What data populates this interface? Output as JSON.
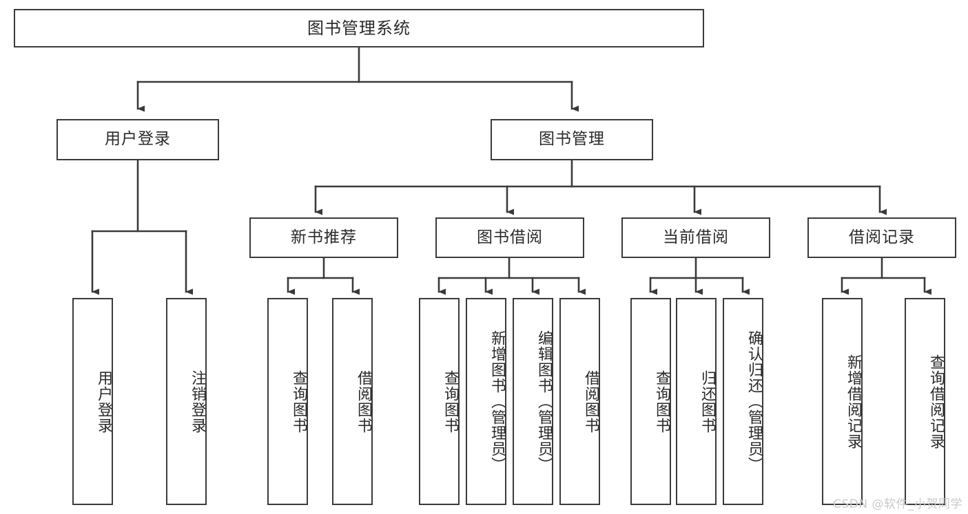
{
  "title": "图书管理系统",
  "watermark": "CSDN @软件_小贺同学",
  "colors": {
    "stroke": "#3a3a3a",
    "box_fill": "#ffffff",
    "text": "#2a2a2a",
    "background": "#ffffff",
    "watermark": "#c9c9c9"
  },
  "chart_data": {
    "type": "diagram",
    "diagram_kind": "tree",
    "orientation": "top-down",
    "title": "图书管理系统",
    "levels": 4,
    "nodes": [
      {
        "id": "root",
        "label": "图书管理系统",
        "level": 0,
        "parent": null,
        "orientation": "horizontal"
      },
      {
        "id": "user-login",
        "label": "用户登录",
        "level": 1,
        "parent": "root",
        "orientation": "horizontal"
      },
      {
        "id": "book-manage",
        "label": "图书管理",
        "level": 1,
        "parent": "root",
        "orientation": "horizontal"
      },
      {
        "id": "new-book-rec",
        "label": "新书推荐",
        "level": 2,
        "parent": "book-manage",
        "orientation": "horizontal"
      },
      {
        "id": "book-borrow",
        "label": "图书借阅",
        "level": 2,
        "parent": "book-manage",
        "orientation": "horizontal"
      },
      {
        "id": "current-borrow",
        "label": "当前借阅",
        "level": 2,
        "parent": "book-manage",
        "orientation": "horizontal"
      },
      {
        "id": "borrow-record",
        "label": "借阅记录",
        "level": 2,
        "parent": "book-manage",
        "orientation": "horizontal"
      },
      {
        "id": "leaf-user-login",
        "label": "用户登录",
        "level": 2,
        "parent": "user-login",
        "orientation": "vertical"
      },
      {
        "id": "leaf-user-logout",
        "label": "注销登录",
        "level": 2,
        "parent": "user-login",
        "orientation": "vertical"
      },
      {
        "id": "leaf-rec-query",
        "label": "查询图书",
        "level": 3,
        "parent": "new-book-rec",
        "orientation": "vertical"
      },
      {
        "id": "leaf-rec-borrow",
        "label": "借阅图书",
        "level": 3,
        "parent": "new-book-rec",
        "orientation": "vertical"
      },
      {
        "id": "leaf-borrow-query",
        "label": "查询图书",
        "level": 3,
        "parent": "book-borrow",
        "orientation": "vertical"
      },
      {
        "id": "leaf-borrow-add",
        "label": "新增图书（管理员）",
        "level": 3,
        "parent": "book-borrow",
        "orientation": "vertical"
      },
      {
        "id": "leaf-borrow-edit",
        "label": "编辑图书（管理员）",
        "level": 3,
        "parent": "book-borrow",
        "orientation": "vertical"
      },
      {
        "id": "leaf-borrow-lend",
        "label": "借阅图书",
        "level": 3,
        "parent": "book-borrow",
        "orientation": "vertical"
      },
      {
        "id": "leaf-cur-query",
        "label": "查询图书",
        "level": 3,
        "parent": "current-borrow",
        "orientation": "vertical"
      },
      {
        "id": "leaf-cur-return",
        "label": "归还图书",
        "level": 3,
        "parent": "current-borrow",
        "orientation": "vertical"
      },
      {
        "id": "leaf-cur-confirm",
        "label": "确认归还（管理员）",
        "level": 3,
        "parent": "current-borrow",
        "orientation": "vertical"
      },
      {
        "id": "leaf-rec-add",
        "label": "新增借阅记录",
        "level": 3,
        "parent": "borrow-record",
        "orientation": "vertical"
      },
      {
        "id": "leaf-rec-search",
        "label": "查询借阅记录",
        "level": 3,
        "parent": "borrow-record",
        "orientation": "vertical"
      }
    ],
    "edges": [
      {
        "from": "root",
        "to": "user-login"
      },
      {
        "from": "root",
        "to": "book-manage"
      },
      {
        "from": "user-login",
        "to": "leaf-user-login"
      },
      {
        "from": "user-login",
        "to": "leaf-user-logout"
      },
      {
        "from": "book-manage",
        "to": "new-book-rec"
      },
      {
        "from": "book-manage",
        "to": "book-borrow"
      },
      {
        "from": "book-manage",
        "to": "current-borrow"
      },
      {
        "from": "book-manage",
        "to": "borrow-record"
      },
      {
        "from": "new-book-rec",
        "to": "leaf-rec-query"
      },
      {
        "from": "new-book-rec",
        "to": "leaf-rec-borrow"
      },
      {
        "from": "book-borrow",
        "to": "leaf-borrow-query"
      },
      {
        "from": "book-borrow",
        "to": "leaf-borrow-add"
      },
      {
        "from": "book-borrow",
        "to": "leaf-borrow-edit"
      },
      {
        "from": "book-borrow",
        "to": "leaf-borrow-lend"
      },
      {
        "from": "current-borrow",
        "to": "leaf-cur-query"
      },
      {
        "from": "current-borrow",
        "to": "leaf-cur-return"
      },
      {
        "from": "current-borrow",
        "to": "leaf-cur-confirm"
      },
      {
        "from": "borrow-record",
        "to": "leaf-rec-add"
      },
      {
        "from": "borrow-record",
        "to": "leaf-rec-search"
      }
    ]
  }
}
